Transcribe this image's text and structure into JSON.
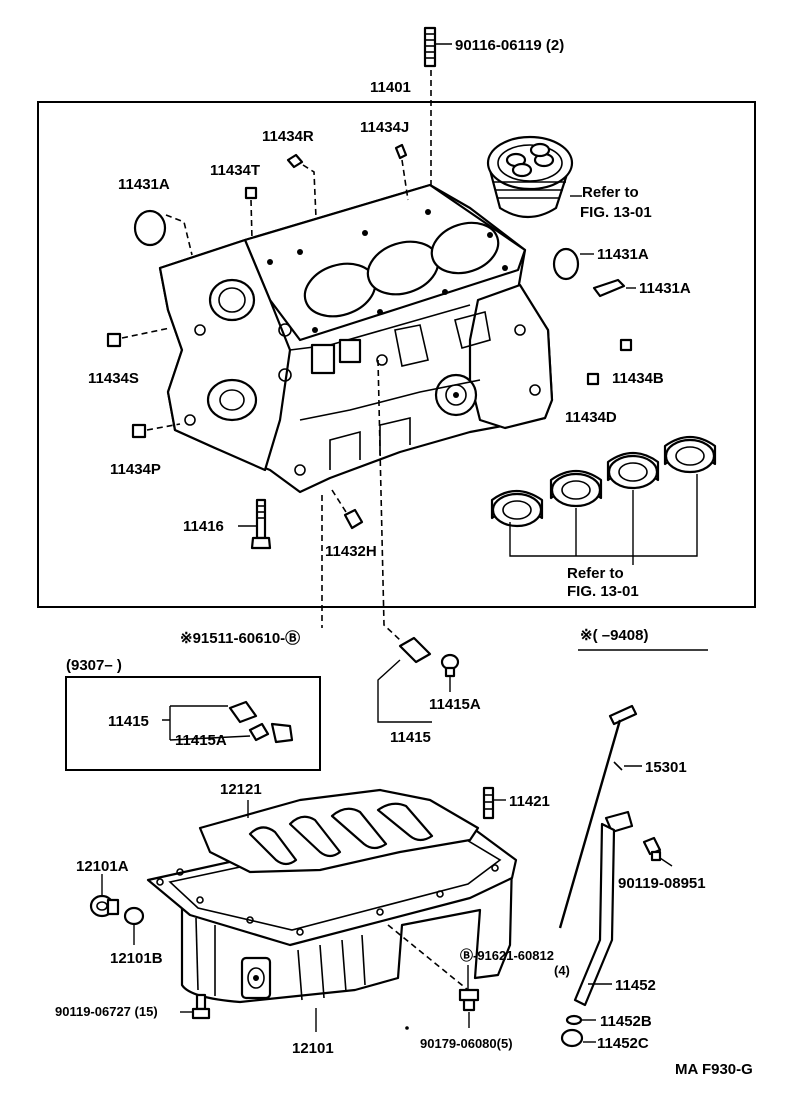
{
  "labels": {
    "stud_top": "90116-06119 (2)",
    "block_assy": "11401",
    "plug_431a_top": "11431A",
    "plug_434t": "11434T",
    "plug_434r": "11434R",
    "plug_434j": "11434J",
    "ref_piston": "Refer to",
    "ref_piston_fig": "FIG. 13-01",
    "plug_431a_right1": "11431A",
    "plug_431a_right2": "11431A",
    "plug_434s": "11434S",
    "plug_434b": "11434B",
    "plug_434d": "11434D",
    "plug_434p": "11434P",
    "bolt_416": "11416",
    "plug_432h": "11432H",
    "ref_bearing": "Refer to",
    "ref_bearing_fig": "FIG. 13-01",
    "bolt_91511": "※91511-60610-Ⓑ",
    "note_9408": "※(         –9408)",
    "period_9307": "(9307–         )",
    "box_11415": "11415",
    "box_11415a": "11415A",
    "main_11415a": "11415A",
    "main_11415": "11415",
    "pan_gasket": "12121",
    "stud_11421": "11421",
    "dipstick": "15301",
    "plug_12101a": "12101A",
    "plug_12101b": "12101B",
    "bolt_90119_08951": "90119-08951",
    "bolt_91621": "Ⓑ-91621-60812",
    "bolt_91621_qty": "(4)",
    "guide_11452": "11452",
    "bolt_90119_06727": "90119-06727 (15)",
    "oil_pan": "12101",
    "nut_90179": "90179-06080(5)",
    "oring_11452b": "11452B",
    "oring_11452c": "11452C",
    "figure_code": "MA F930-G"
  }
}
